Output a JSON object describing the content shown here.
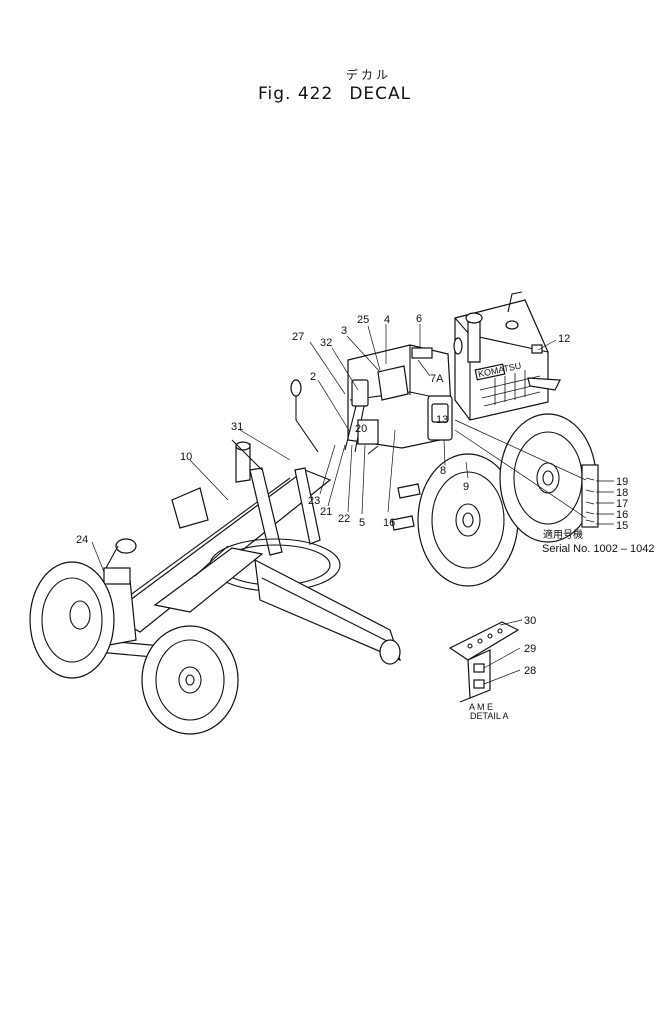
{
  "header": {
    "title_ja": "デカル",
    "fig_label": "Fig. 422",
    "title": "DECAL"
  },
  "callouts": {
    "c2": "2",
    "c3": "3",
    "c4": "4",
    "c5": "5",
    "c6": "6",
    "c7a": "7A",
    "c8": "8",
    "c9": "9",
    "c10": "10",
    "c12": "12",
    "c13": "13",
    "c15": "15",
    "c16a": "16",
    "c16b": "16",
    "c17": "17",
    "c18": "18",
    "c19": "19",
    "c20": "20",
    "c21": "21",
    "c22": "22",
    "c23": "23",
    "c24": "24",
    "c25": "25",
    "c27": "27",
    "c28": "28",
    "c29": "29",
    "c30": "30",
    "c31": "31",
    "c32": "32"
  },
  "serial": {
    "label_ja": "適用号機",
    "text": "Serial No. 1002 – 1042"
  },
  "detail": {
    "label": "DETAIL A",
    "marks": "A  M  E"
  },
  "machine_badge": "KOMATSU"
}
